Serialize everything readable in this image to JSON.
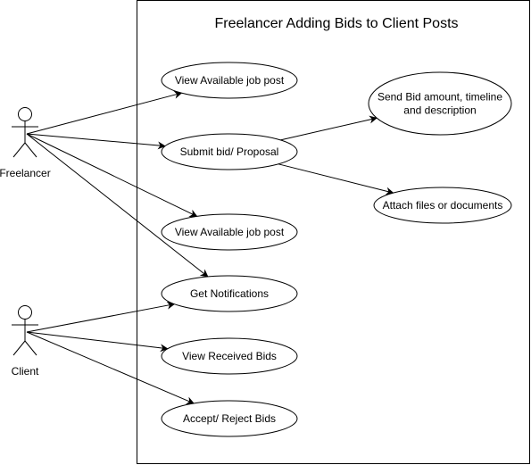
{
  "diagram": {
    "title": "Freelancer Adding Bids to Client Posts",
    "actors": [
      {
        "id": "freelancer",
        "label": "Freelancer"
      },
      {
        "id": "client",
        "label": "Client"
      }
    ],
    "use_cases": [
      {
        "id": "uc1",
        "label_lines": [
          "View Available job post"
        ]
      },
      {
        "id": "uc2",
        "label_lines": [
          "Submit bid/ Proposal"
        ]
      },
      {
        "id": "uc3",
        "label_lines": [
          "View Available job post"
        ]
      },
      {
        "id": "uc4",
        "label_lines": [
          "Get Notifications"
        ]
      },
      {
        "id": "uc5",
        "label_lines": [
          "View Received Bids"
        ]
      },
      {
        "id": "uc6",
        "label_lines": [
          "Accept/ Reject Bids"
        ]
      },
      {
        "id": "uc7",
        "label_lines": [
          "Send Bid amount, timeline",
          "and description"
        ]
      },
      {
        "id": "uc8",
        "label_lines": [
          "Attach files or documents"
        ]
      }
    ],
    "associations": [
      {
        "from": "freelancer",
        "to": "uc1",
        "arrow": true
      },
      {
        "from": "freelancer",
        "to": "uc2",
        "arrow": true
      },
      {
        "from": "freelancer",
        "to": "uc3",
        "arrow": true
      },
      {
        "from": "freelancer",
        "to": "uc4",
        "arrow": true
      },
      {
        "from": "client",
        "to": "uc4",
        "arrow": true
      },
      {
        "from": "client",
        "to": "uc5",
        "arrow": true
      },
      {
        "from": "client",
        "to": "uc6",
        "arrow": true
      },
      {
        "from": "uc2",
        "to": "uc7",
        "arrow": true
      },
      {
        "from": "uc2",
        "to": "uc8",
        "arrow": true
      }
    ]
  }
}
